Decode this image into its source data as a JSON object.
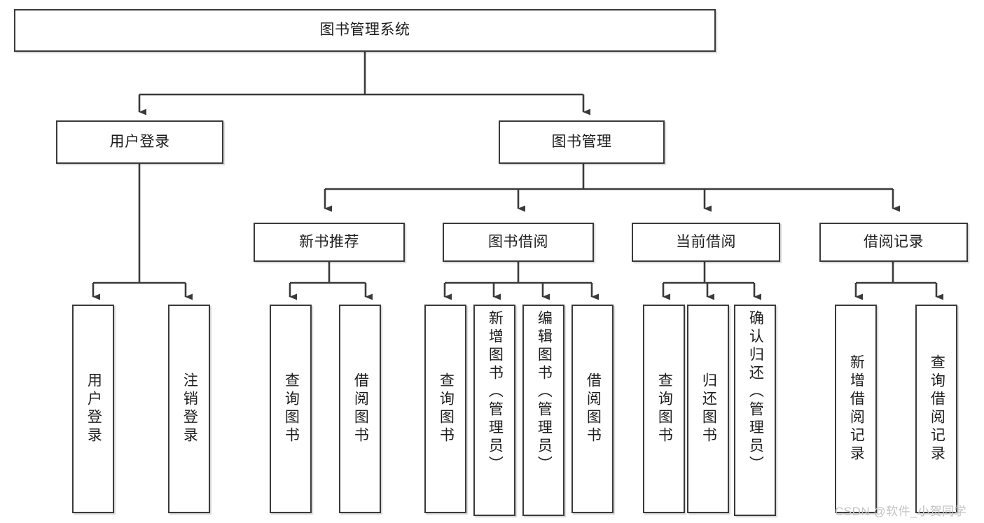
{
  "diagram": {
    "type": "tree-hierarchy",
    "title": "图书管理系统",
    "root": {
      "id": "root",
      "label": "图书管理系统"
    },
    "level2": [
      {
        "id": "user-login",
        "label": "用户登录"
      },
      {
        "id": "book-management",
        "label": "图书管理"
      }
    ],
    "level3": [
      {
        "id": "new-book-recommend",
        "label": "新书推荐",
        "parent": "book-management"
      },
      {
        "id": "book-borrow",
        "label": "图书借阅",
        "parent": "book-management"
      },
      {
        "id": "current-borrow",
        "label": "当前借阅",
        "parent": "book-management"
      },
      {
        "id": "borrow-record",
        "label": "借阅记录",
        "parent": "book-management"
      }
    ],
    "leaves": [
      {
        "id": "leaf-user-login",
        "label": "用户登录",
        "parent": "user-login"
      },
      {
        "id": "leaf-logout-login",
        "label": "注销登录",
        "parent": "user-login"
      },
      {
        "id": "leaf-query-book-1",
        "label": "查询图书",
        "parent": "new-book-recommend"
      },
      {
        "id": "leaf-borrow-book-1",
        "label": "借阅图书",
        "parent": "new-book-recommend"
      },
      {
        "id": "leaf-query-book-2",
        "label": "查询图书",
        "parent": "book-borrow"
      },
      {
        "id": "leaf-add-book",
        "label": "新增图书（管理员）",
        "parent": "book-borrow"
      },
      {
        "id": "leaf-edit-book",
        "label": "编辑图书（管理员）",
        "parent": "book-borrow"
      },
      {
        "id": "leaf-borrow-book-2",
        "label": "借阅图书",
        "parent": "book-borrow"
      },
      {
        "id": "leaf-query-book-3",
        "label": "查询图书",
        "parent": "current-borrow"
      },
      {
        "id": "leaf-return-book",
        "label": "归还图书",
        "parent": "current-borrow"
      },
      {
        "id": "leaf-confirm-return",
        "label": "确认归还（管理员）",
        "parent": "current-borrow"
      },
      {
        "id": "leaf-add-record",
        "label": "新增借阅记录",
        "parent": "borrow-record"
      },
      {
        "id": "leaf-query-record",
        "label": "查询借阅记录",
        "parent": "borrow-record"
      }
    ],
    "watermark": "CSDN @软件_小贺同学",
    "colors": {
      "border": "#3a3a3a",
      "text": "#1d1d1d",
      "background": "#ffffff",
      "connector": "#3a3a3a",
      "watermark": "#c3c3c3"
    }
  }
}
